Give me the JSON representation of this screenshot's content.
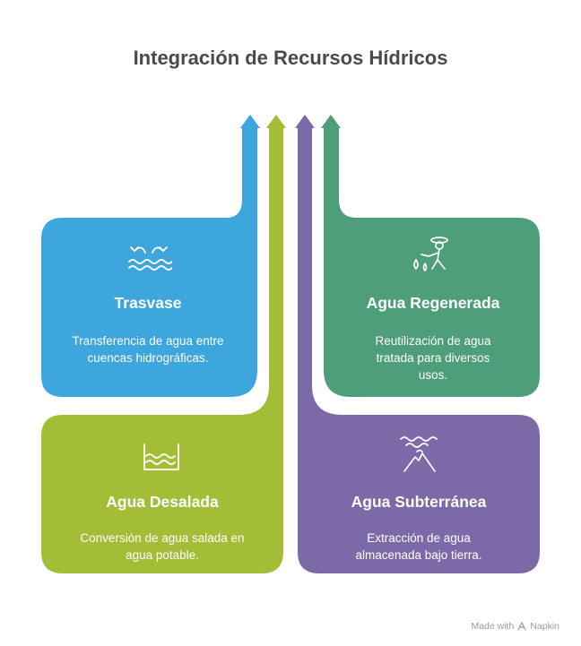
{
  "title": "Integración de Recursos Hídricos",
  "cards": [
    {
      "title": "Trasvase",
      "description": "Transferencia de agua entre cuencas hidrográficas.",
      "icon": "water-transfer-icon",
      "color": "#3da6dc"
    },
    {
      "title": "Agua Regenerada",
      "description": "Reutilización de agua tratada para diversos usos.",
      "icon": "farmer-watering-icon",
      "color": "#4e9e7a"
    },
    {
      "title": "Agua Desalada",
      "description": "Conversión de agua salada en agua potable.",
      "icon": "water-tank-icon",
      "color": "#a4bd37"
    },
    {
      "title": "Agua Subterránea",
      "description": "Extracción de agua almacenada bajo tierra.",
      "icon": "underground-water-icon",
      "color": "#7c6aa8"
    }
  ],
  "footer": {
    "text": "Made with",
    "brand": "Napkin"
  }
}
